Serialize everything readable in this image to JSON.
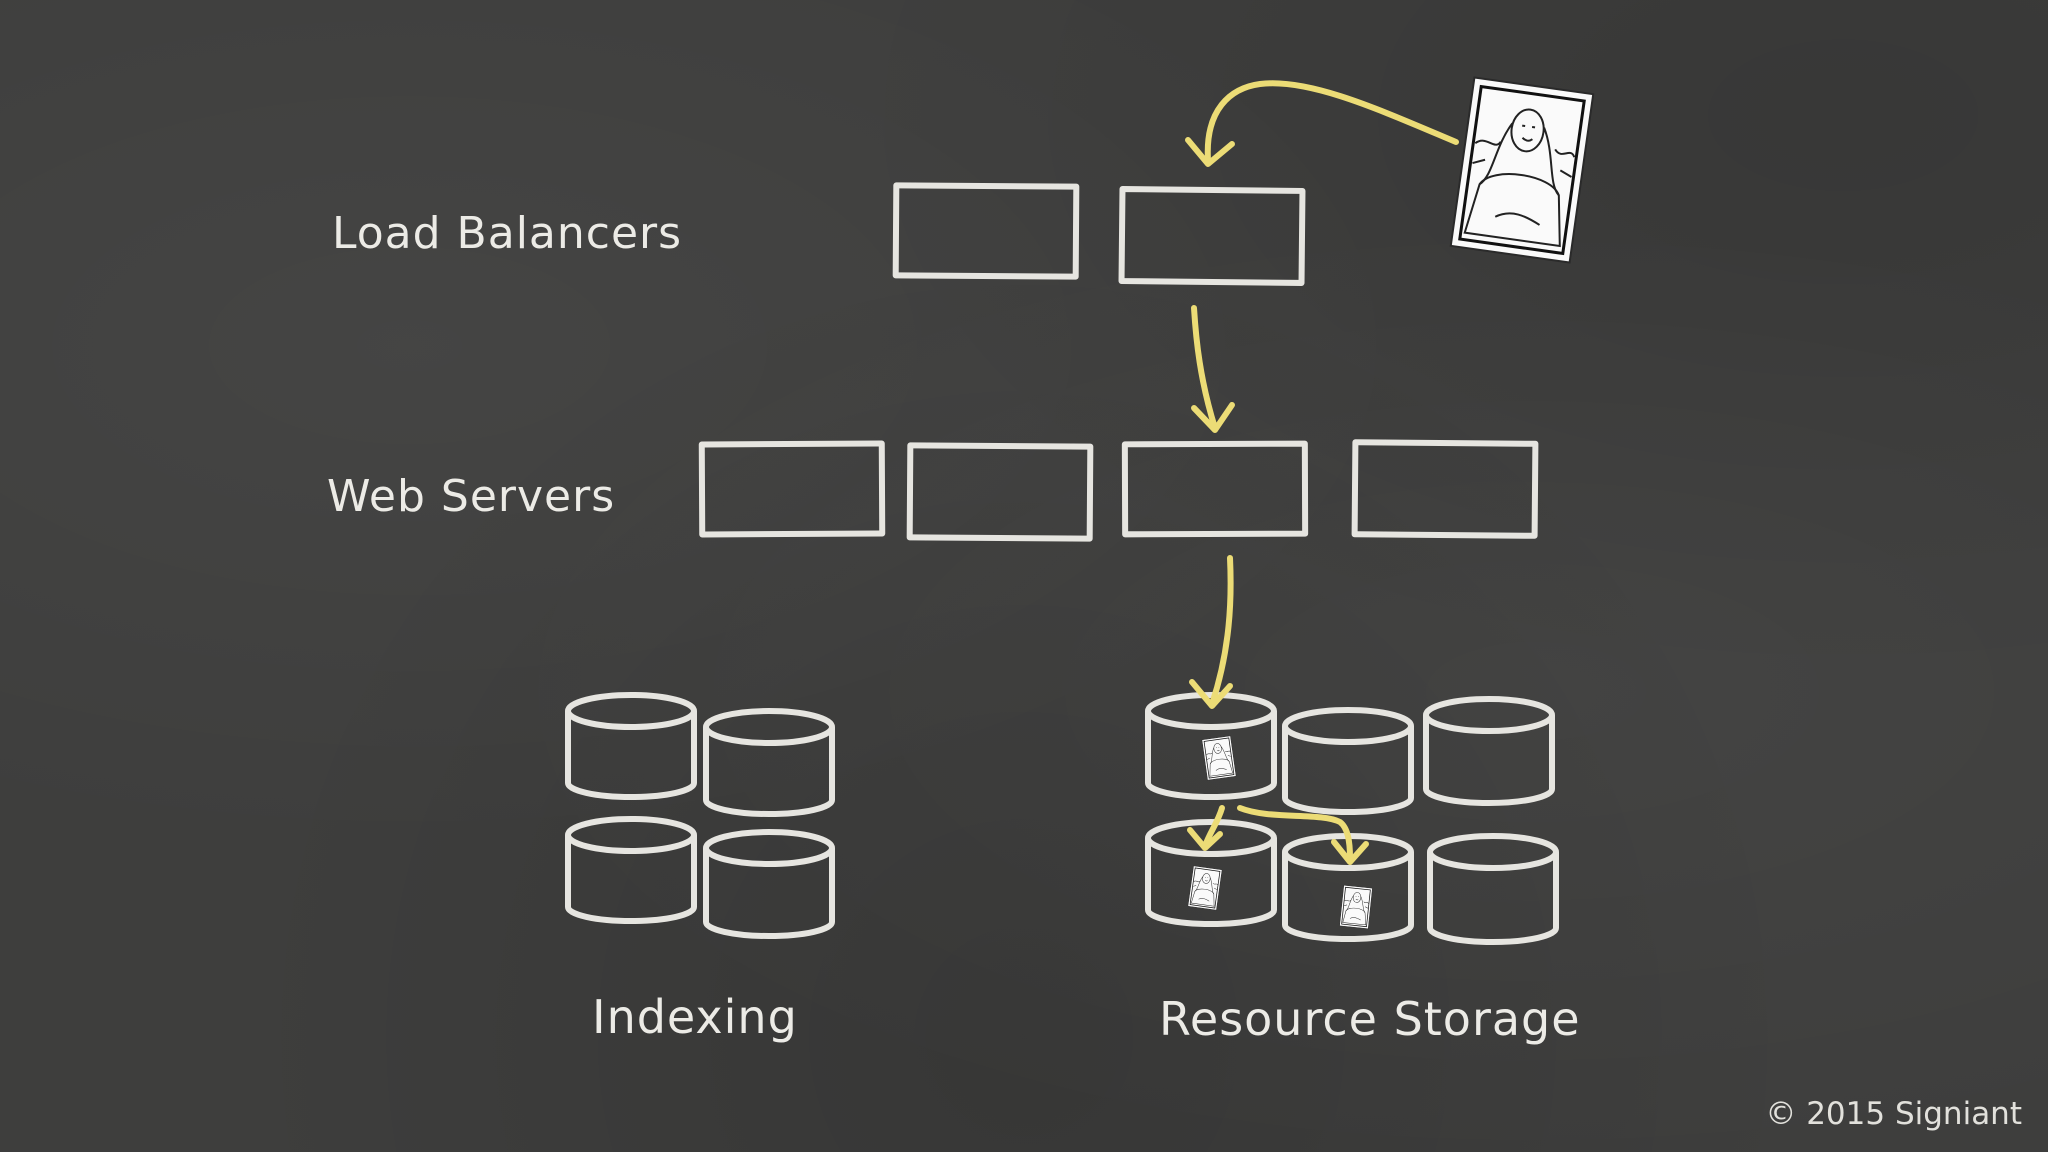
{
  "labels": {
    "load_balancers": "Load Balancers",
    "web_servers": "Web Servers",
    "indexing": "Indexing",
    "resource_storage": "Resource Storage"
  },
  "copyright": "© 2015 Signiant",
  "colors": {
    "background": "#3e3e3d",
    "chalk": "#e6e5e0",
    "arrow": "#ecdc76"
  },
  "icons": {
    "image_file": "mona-lisa-picture-icon"
  }
}
